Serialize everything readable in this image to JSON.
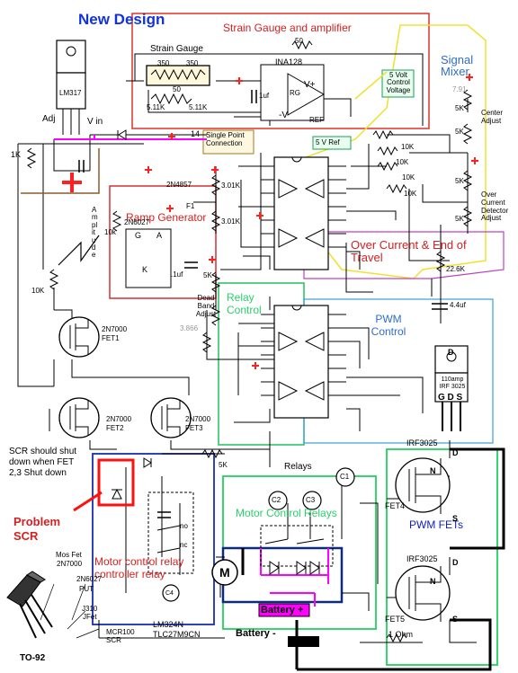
{
  "title": "New Design",
  "sections": {
    "strain_amp": "Strain Gauge and amplifier",
    "signal_mixer": "Signal Mixer",
    "ramp_gen": "Ramp Generator",
    "over_current": "Over Current & End of Travel",
    "relay_control": "Relay Control",
    "pwm_control": "PWM Control",
    "motor_control_relays": "Motor Control Relays",
    "pwm_fets": "PWM FETs",
    "motor_relay": "Motor control relay controller relay",
    "problem_scr": "Problem SCR"
  },
  "notes": {
    "scr_note": "SCR should shut down when FET 2,3 Shut down",
    "single_point": "Single Point Connection",
    "five_volt_ctrl": "5 Volt Control Voltage",
    "five_v_ref": "5 V Ref",
    "relays": "Relays",
    "battery_pos": "Battery +",
    "battery_neg": "Battery -",
    "ohm": "1 Ohm",
    "to92": "TO-92",
    "jfet": "JFet",
    "put": "PUT",
    "mosfet": "Mos Fet"
  },
  "components": {
    "lm317": "LM317",
    "adj": "Adj",
    "vin": "V in",
    "strain_gauge": "Strain Gauge",
    "ina128": "INA128",
    "r350a": "350",
    "r350b": "350",
    "r50a": "50",
    "r50b": "50",
    "r511a": "5.11K",
    "r511b": "5.11K",
    "uf1": "1uf",
    "rg": "RG",
    "vneg": "-V",
    "ref": "REF",
    "vplus": "V+",
    "fourteen": "14",
    "center_adj": "Center Adjust",
    "oc_adj": "Over Current Detector Adjust",
    "r5k_a": "5K",
    "r5k_b": "5K",
    "r5k_c": "5K",
    "r5k_d": "5K",
    "r10k_a": "10K",
    "r10k_b": "10K",
    "r10k_c": "10K",
    "r10k_d": "10K",
    "r10k_e": "10K",
    "r1k": "1K",
    "r301a": "3.01K",
    "r301b": "3.01K",
    "n2n4857": "2N4857",
    "n2n6027": "2N6027",
    "f1": "F1",
    "g": "G",
    "a": "A",
    "k": "K",
    "uf_1": ".1uf",
    "amplitude": "Amplitude",
    "r10k_amp": "10k",
    "dead_band": "Dead Band Adjust",
    "r226": "22.6K",
    "c44": "4.4uf",
    "fet1": "2N7000 FET1",
    "fet2": "2N7000 FET2",
    "fet3": "2N7000 FET3",
    "irf_pkg": "110amp IRF 3025",
    "gds": "G D S",
    "irf1": "IRF3025",
    "irf2": "IRF3025",
    "fet4": "FET4",
    "fet5": "FET5",
    "c1": "C1",
    "c2": "C2",
    "c3": "C3",
    "c4": "C4",
    "motor": "M",
    "lm324": "LM324N TLC27M9CN",
    "mcr100": "MCR100 SCR",
    "n2n7000b": "2N7000",
    "n2n6027b": "2N6027",
    "j310": "J310",
    "no": "no",
    "nc": "nc",
    "r5k_dead": "5K",
    "v3866": "3.866",
    "v791": "7.91",
    "d_letter": "D",
    "s_letter": "S",
    "n_letter": "N"
  },
  "colors": {
    "title": "#1133dd",
    "strain_box": "#e0302a",
    "signal_box": "#f0e030",
    "ramp_box": "#d03030",
    "oc_box": "#c040c0",
    "relay_box": "#20c060",
    "pwm_box": "#3aa0d0",
    "motor_relay_box": "#1a2db0",
    "motor_ctrl_box": "#22d060",
    "navy_box": "#0d2a80",
    "magenta": "#ff00ff",
    "red_plus": "#ff2020"
  }
}
